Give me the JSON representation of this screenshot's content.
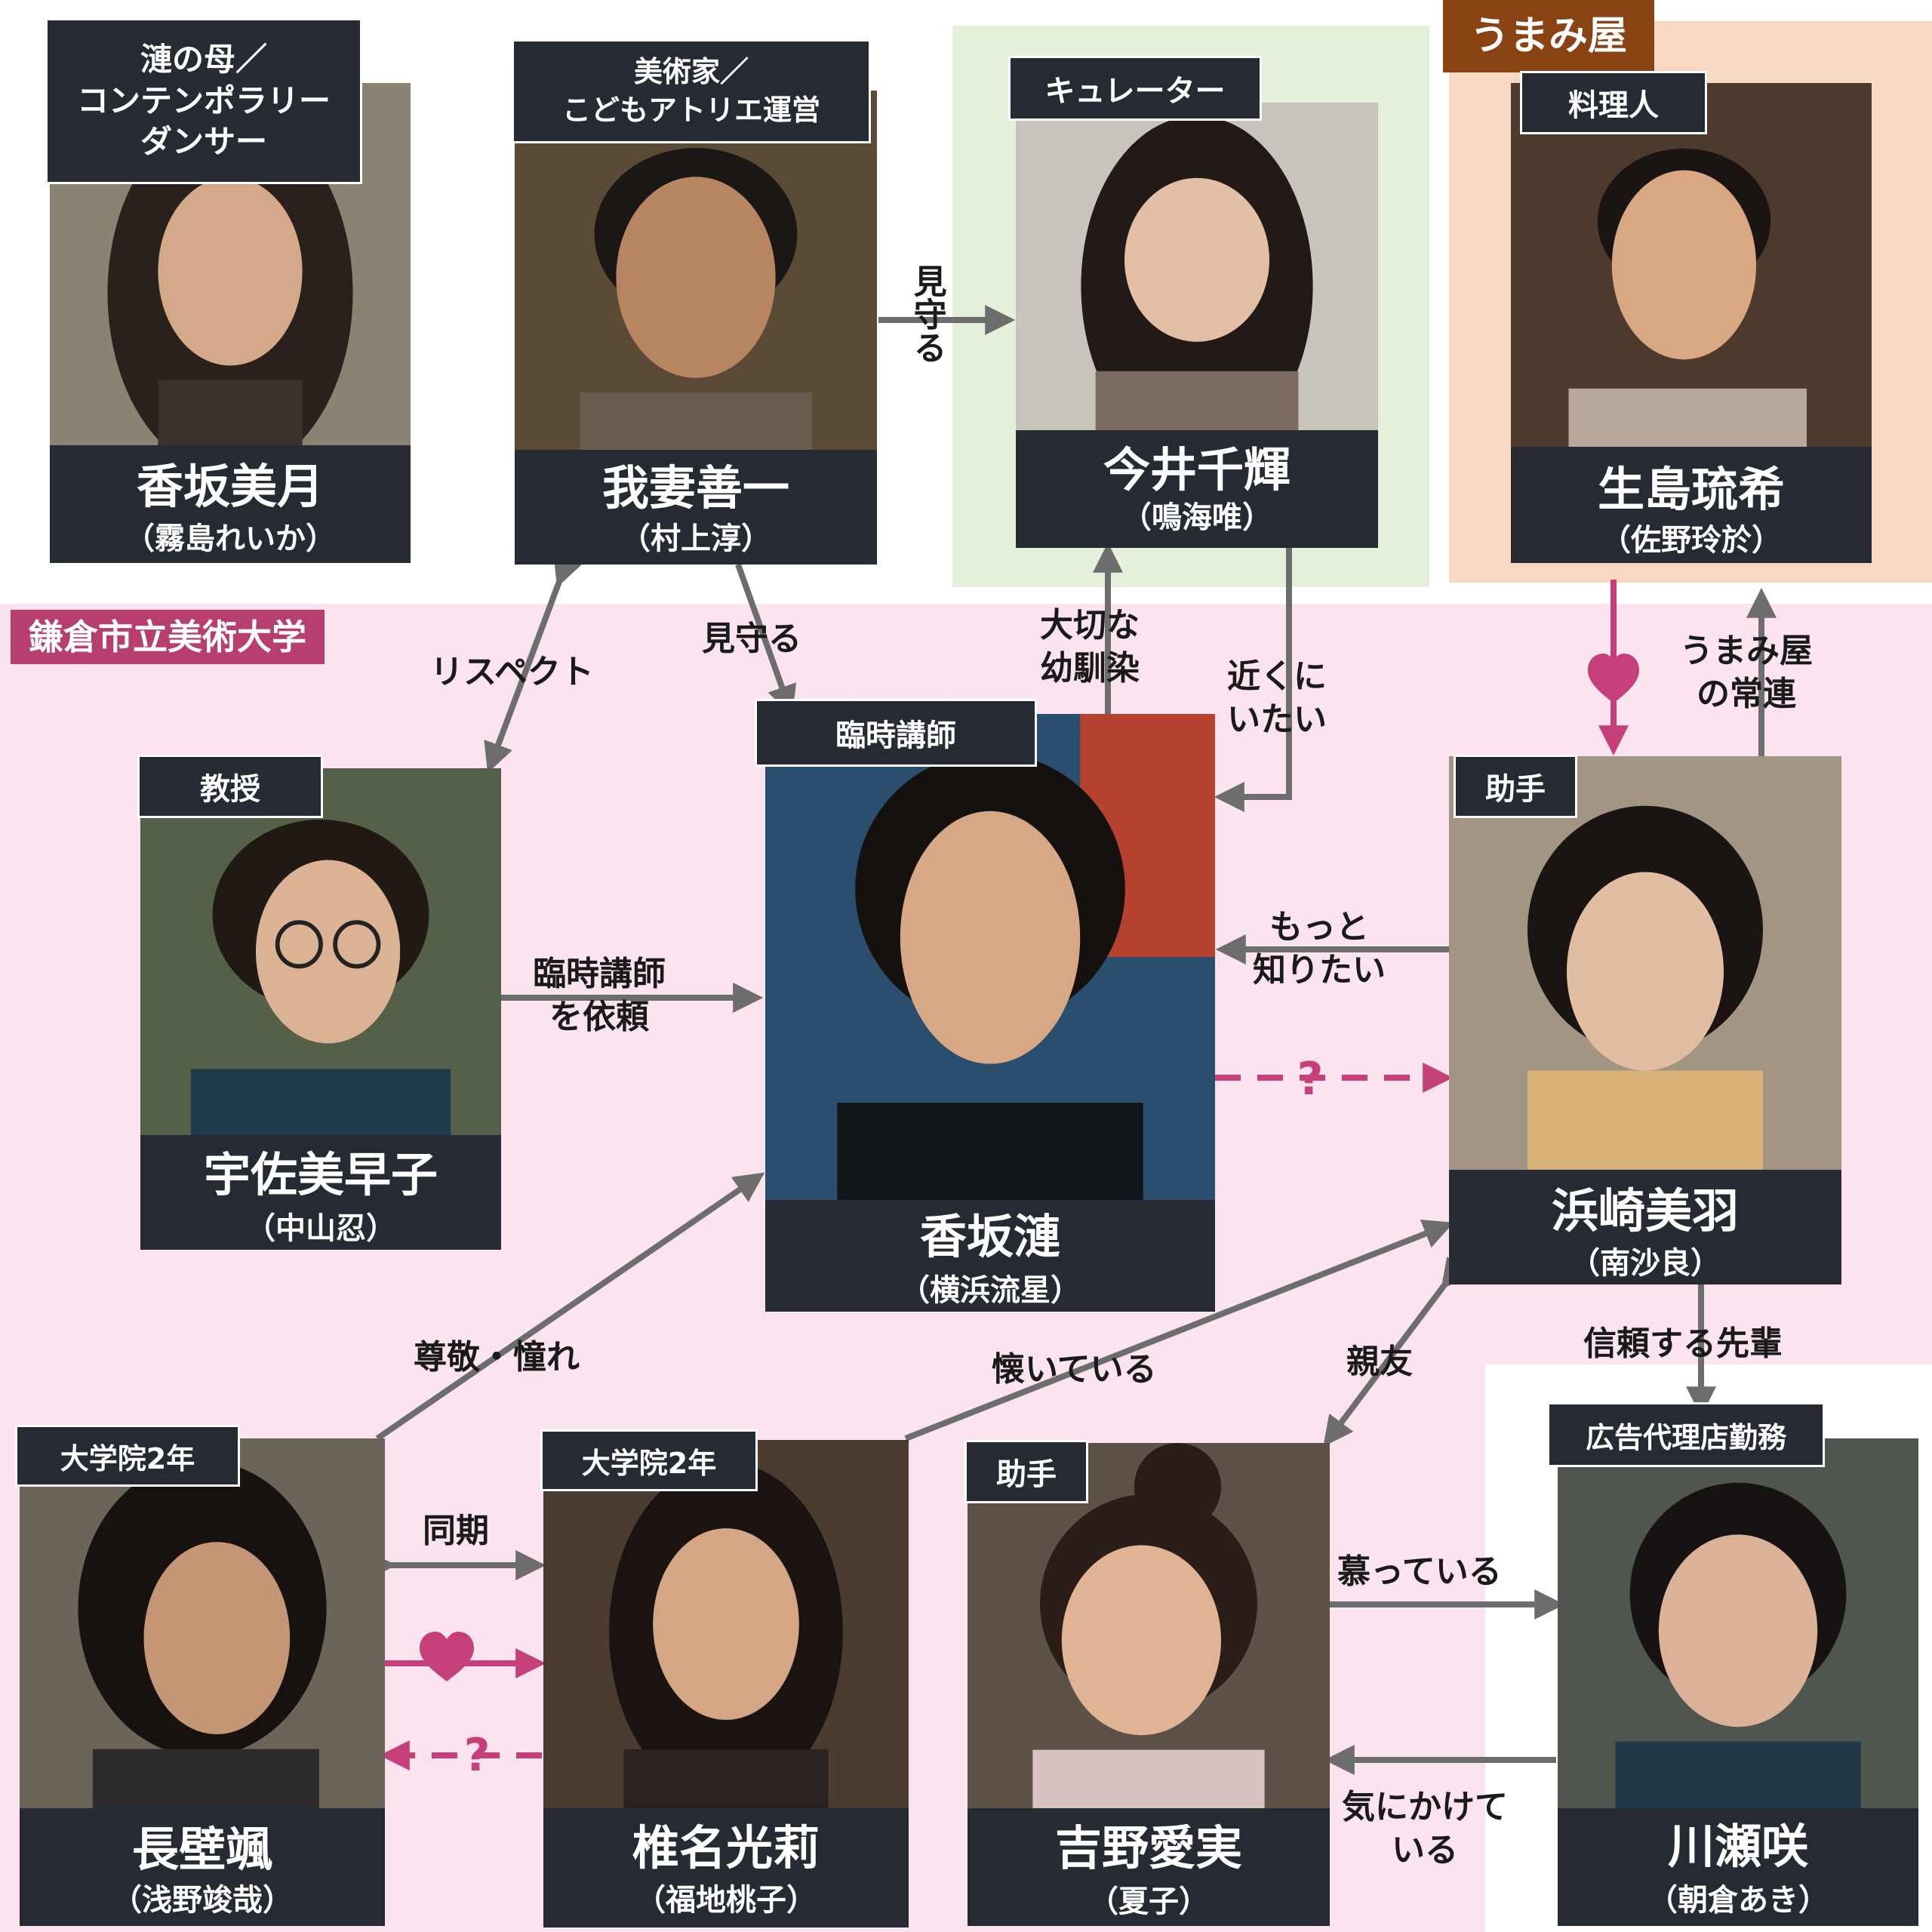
{
  "zones": {
    "university": "鎌倉市立美術大学",
    "umamiya": "うまみ屋"
  },
  "characters": {
    "mizuki": {
      "role": [
        "漣の母／",
        "コンテンポラリー",
        "ダンサー"
      ],
      "name": "香坂美月",
      "actor": "（霧島れいか）"
    },
    "zenichi": {
      "role": [
        "美術家／",
        "こどもアトリエ運営"
      ],
      "name": "我妻善一",
      "actor": "（村上淳）"
    },
    "chiaki": {
      "role": [
        "キュレーター"
      ],
      "name": "今井千輝",
      "actor": "（鳴海唯）"
    },
    "ruki": {
      "role": [
        "料理人"
      ],
      "name": "生島琉希",
      "actor": "（佐野玲於）"
    },
    "sachiko": {
      "role": [
        "教授"
      ],
      "name": "宇佐美早子",
      "actor": "（中山忍）"
    },
    "ren": {
      "role": [
        "臨時講師"
      ],
      "name": "香坂漣",
      "actor": "（横浜流星）"
    },
    "miu": {
      "role": [
        "助手"
      ],
      "name": "浜崎美羽",
      "actor": "（南沙良）"
    },
    "hayate": {
      "role": [
        "大学院2年"
      ],
      "name": "長壁颯",
      "actor": "（浅野竣哉）"
    },
    "mari": {
      "role": [
        "大学院2年"
      ],
      "name": "椎名光莉",
      "actor": "（福地桃子）"
    },
    "manami": {
      "role": [
        "助手"
      ],
      "name": "吉野愛実",
      "actor": "（夏子）"
    },
    "saki": {
      "role": [
        "広告代理店勤務"
      ],
      "name": "川瀬咲",
      "actor": "（朝倉あき）"
    }
  },
  "relations": {
    "mimamoru_h": "見守る",
    "respect": "リスペクト",
    "mimamoru_d": "見守る",
    "osananajimi": [
      "大切な",
      "幼馴染"
    ],
    "chikaku": [
      "近くに",
      "いたい"
    ],
    "umamiya_joren": [
      "うまみ屋",
      "の常連"
    ],
    "rinji_irai": [
      "臨時講師",
      "を依頼"
    ],
    "motto_shiritai": [
      "もっと",
      "知りたい"
    ],
    "sonkei": "尊敬・憧れ",
    "natsuite": "懐いている",
    "shinyu": "親友",
    "shinrai": "信頼する先輩",
    "douki": "同期",
    "shitatte": "慕っている",
    "kinikakete": [
      "気にかけて",
      "いる"
    ],
    "question": "?"
  },
  "colors": {
    "arrow_gray": "#6d6d6d",
    "arrow_pink": "#c5407a",
    "card_bg": "#262a33",
    "university_bg": "#fbe3ef",
    "university_label": "#b73f70",
    "umamiya_label": "#8a4313",
    "curator_bg": "#e5f0da",
    "umamiya_bg": "#f7d9c3"
  },
  "icons": [
    "heart-icon",
    "question-mark-icon"
  ]
}
